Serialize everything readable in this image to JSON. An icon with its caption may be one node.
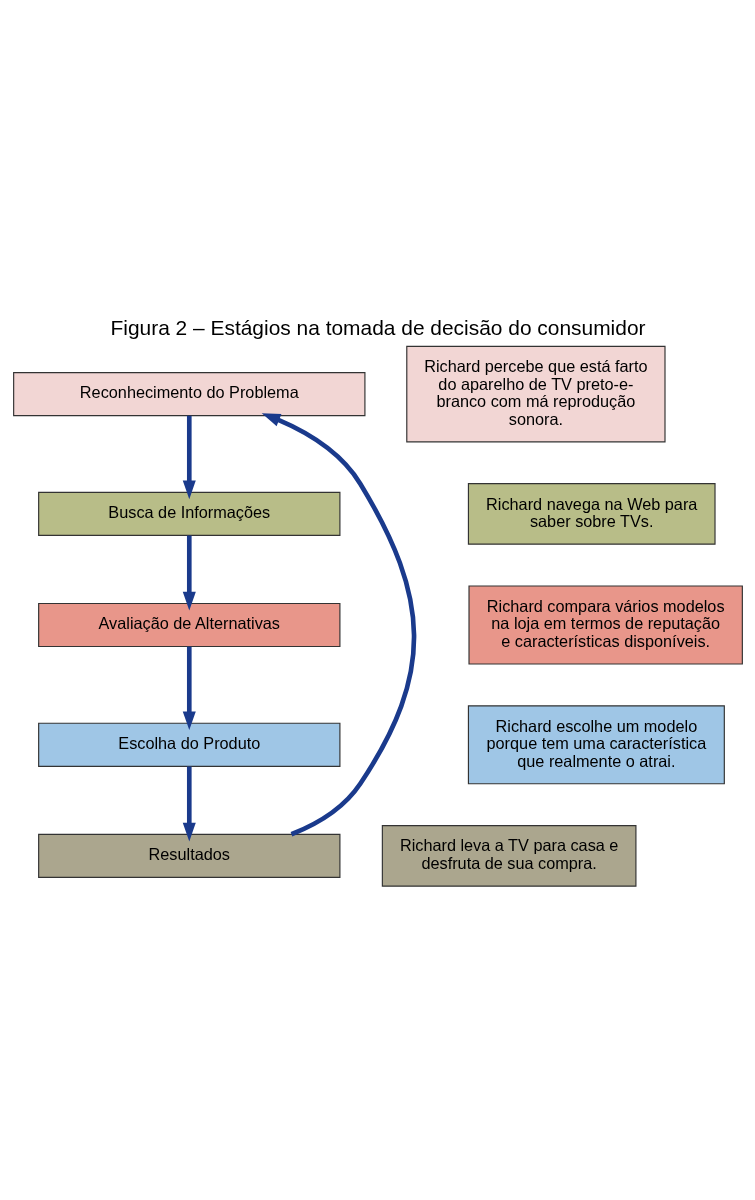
{
  "diagram": {
    "title": "Figura 2 – Estágios na tomada de decisão do consumidor",
    "nodes": [
      {
        "text": [
          "Reconhecimento do Problema"
        ]
      },
      {
        "text": [
          "Richard percebe que está farto do aparelho de TV preto-e-branco com má reprodução sonora."
        ]
      },
      {
        "text": [
          "Busca de Informações"
        ]
      },
      {
        "text": [
          "Richard navega na Web para saber sobre TVs."
        ]
      },
      {
        "text": [
          "Avaliação de Alternativas"
        ]
      },
      {
        "text": [
          "Richard compara vários modelos na loja em termos de reputação e características disponíveis."
        ]
      },
      {
        "text": [
          "Escolha do Produto"
        ]
      },
      {
        "text": [
          "Richard escolhe um modelo porque tem uma característica que realmente o atrai."
        ]
      },
      {
        "text": [
          "Resultados"
        ]
      },
      {
        "text": [
          "Richard leva a TV para casa e desfruta de sua compra."
        ]
      }
    ],
    "edges": [
      {
        "from": 0,
        "to": 2,
        "arrow": "to"
      },
      {
        "from": 2,
        "to": 4,
        "arrow": "to"
      },
      {
        "from": 4,
        "to": 6,
        "arrow": "to"
      },
      {
        "from": 6,
        "to": 8,
        "arrow": "to"
      },
      {
        "from": 8,
        "to": 0,
        "arrow": "to"
      }
    ]
  }
}
